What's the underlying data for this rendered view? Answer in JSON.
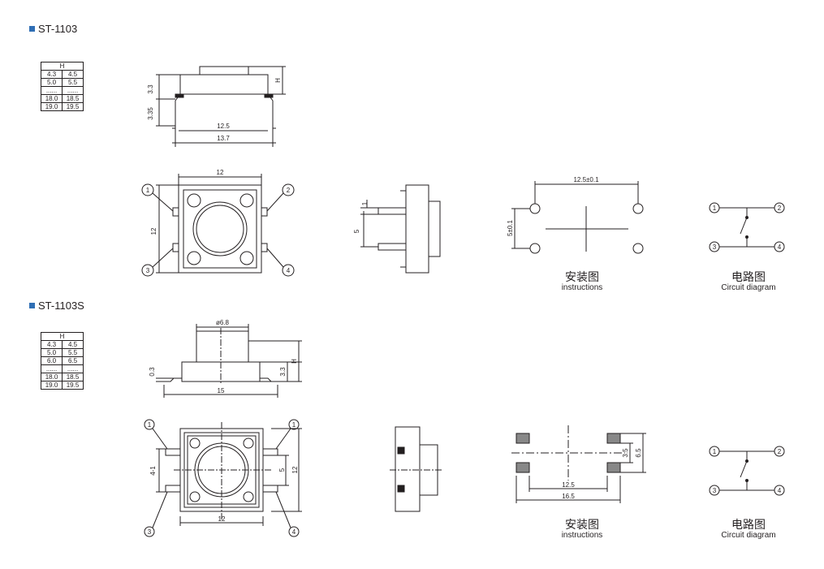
{
  "sections": [
    {
      "title": "ST-1103",
      "height_table": {
        "header": "H",
        "rows": [
          [
            "4.3",
            "4.5"
          ],
          [
            "5.0",
            "5.5"
          ],
          [
            "......",
            "......"
          ],
          [
            "18.0",
            "18.5"
          ],
          [
            "19.0",
            "19.5"
          ]
        ]
      },
      "dims": {
        "top_h1": "3.3",
        "top_h2": "3.35",
        "h": "H",
        "w_inner": "12.5",
        "w_outer": "13.7",
        "body_w": "12",
        "body_h": "12",
        "pin_gap": "5",
        "pin_top": "1",
        "hole_spacing": "12.5±0.1",
        "hole_pitch": "5±0.1"
      },
      "pins": [
        "1",
        "2",
        "3",
        "4"
      ],
      "instructions_zh": "安装图",
      "instructions_en": "instructions",
      "circuit_zh": "电路图",
      "circuit_en": "Circuit diagram"
    },
    {
      "title": "ST-1103S",
      "height_table": {
        "header": "H",
        "rows": [
          [
            "4.3",
            "4.5"
          ],
          [
            "5.0",
            "5.5"
          ],
          [
            "6.0",
            "6.5"
          ],
          [
            "......",
            "......"
          ],
          [
            "18.0",
            "18.5"
          ],
          [
            "19.0",
            "19.5"
          ]
        ]
      },
      "dims": {
        "dia": "ø6.8",
        "h": "H",
        "h1": "3.3",
        "h2": "0.3",
        "w": "15",
        "body_w": "12",
        "body_h": "12",
        "side": "5",
        "pin_label": "4-1",
        "pad_in": "12.5",
        "pad_out": "16.5",
        "pad_h1": "3.5",
        "pad_h2": "6.5"
      },
      "pins": [
        "1",
        "1",
        "3",
        "4"
      ],
      "circuit_pins": [
        "1",
        "2",
        "3",
        "4"
      ],
      "instructions_zh": "安装图",
      "instructions_en": "instructions",
      "circuit_zh": "电路图",
      "circuit_en": "Circuit diagram"
    }
  ],
  "colors": {
    "line": "#231f20",
    "accent": "#2f6fb5"
  }
}
